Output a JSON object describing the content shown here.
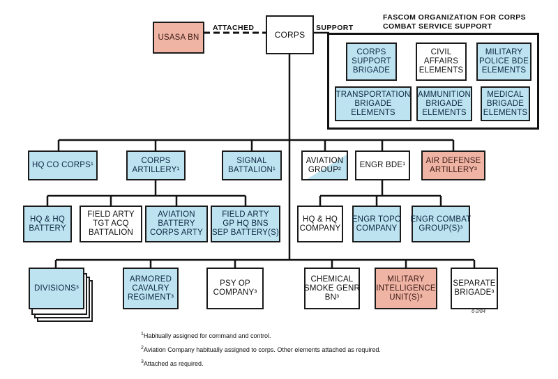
{
  "top": {
    "usasa": [
      "USASA BN"
    ],
    "corps": [
      "CORPS"
    ],
    "attached_label": "ATTACHED",
    "support_label": "SUPPORT"
  },
  "fascom": {
    "title": [
      "FASCOM ORGANIZATION FOR CORPS",
      "COMBAT SERVICE SUPPORT"
    ],
    "corps_support": [
      "CORPS",
      "SUPPORT",
      "BRIGADE"
    ],
    "civil_affairs": [
      "CIVIL",
      "AFFAIRS",
      "ELEMENTS"
    ],
    "military_police": [
      "MILITARY",
      "POLICE BDE",
      "ELEMENTS"
    ],
    "transportation": [
      "TRANSPORTATION",
      "BRIGADE",
      "ELEMENTS"
    ],
    "ammunition": [
      "AMMUNITION",
      "BRIGADE",
      "ELEMENTS"
    ],
    "medical": [
      "MEDICAL",
      "BRIGADE",
      "ELEMENTS"
    ]
  },
  "row1": {
    "hq_co": [
      "HQ CO CORPS¹"
    ],
    "corps_artillery": [
      "CORPS",
      "ARTILLERY¹"
    ],
    "signal": [
      "SIGNAL",
      "BATTALION¹"
    ],
    "aviation_group": [
      "AVIATION",
      "GROUP²"
    ],
    "engr_bde": [
      "ENGR BDE¹"
    ],
    "air_defense": [
      "AIR DEFENSE",
      "ARTILLERY³"
    ]
  },
  "row2": {
    "hq_battery": [
      "HQ & HQ",
      "BATTERY"
    ],
    "field_arty_tgt": [
      "FIELD ARTY",
      "TGT ACQ",
      "BATTALION"
    ],
    "aviation_battery": [
      "AVIATION",
      "BATTERY",
      "CORPS ARTY"
    ],
    "field_arty_gp": [
      "FIELD ARTY",
      "GP HQ BNS",
      "SEP BATTERY(S)"
    ],
    "hq_company": [
      "HQ & HQ",
      "COMPANY"
    ],
    "engr_topo": [
      "ENGR TOPO",
      "COMPANY"
    ],
    "engr_combat": [
      "ENGR COMBAT",
      "GROUP(S)³"
    ]
  },
  "row3": {
    "divisions": [
      "DIVISIONS³"
    ],
    "armored_cavalry": [
      "ARMORED",
      "CAVALRY",
      "REGIMENT³"
    ],
    "psy_op": [
      "PSY OP",
      "COMPANY³"
    ],
    "chemical": [
      "CHEMICAL",
      "SMOKE GENR",
      "BN³"
    ],
    "military_intel": [
      "MILITARY",
      "INTELLIGENCE",
      "UNIT(S)³"
    ],
    "separate_brigade": [
      "SEPARATE",
      "BRIGADE³"
    ]
  },
  "notes": {
    "n1": "Habitually assigned for command and control.",
    "n2": "Aviation Company habitually assigned to corps.  Other elements attached as required.",
    "n3": "Attached as required."
  },
  "stamp": "6-2/84",
  "colors": {
    "blue": "#bde3f1",
    "pink": "#f0b4a5",
    "line": "#111111"
  }
}
